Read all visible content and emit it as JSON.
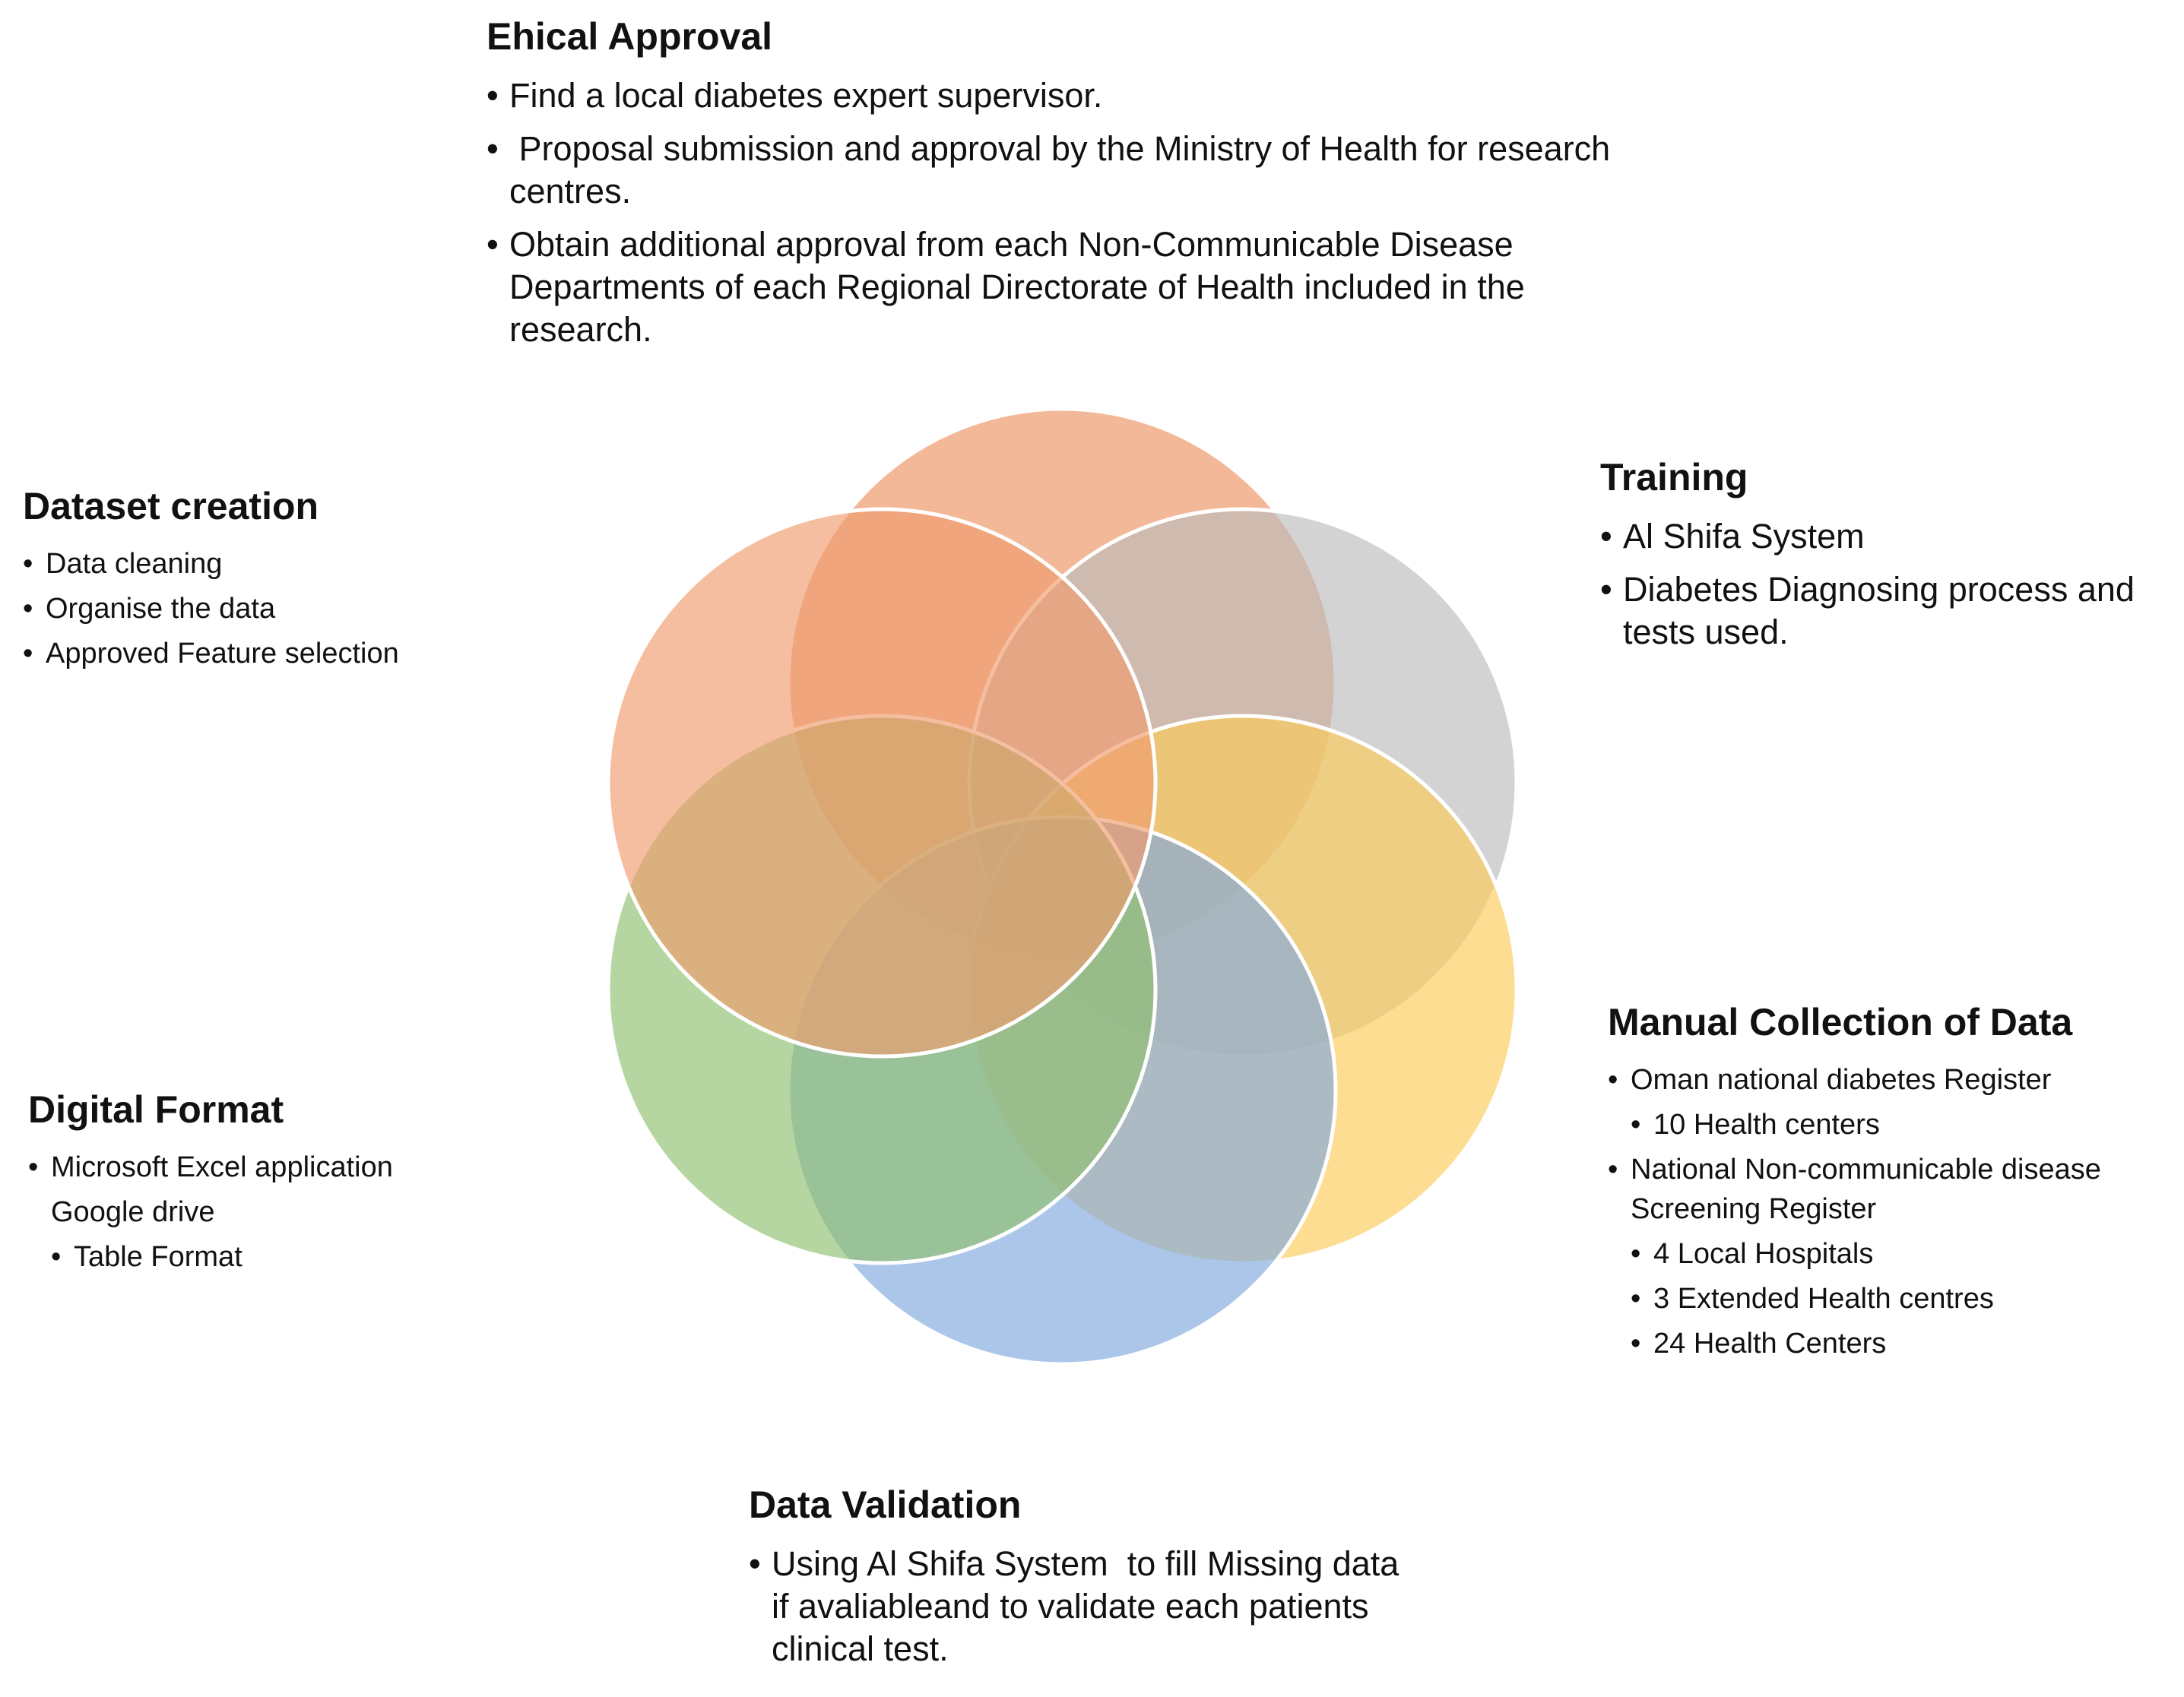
{
  "ethical_approval": {
    "title": "Ehical Approval",
    "items": [
      "Find a local diabetes expert supervisor.",
      " Proposal submission and approval by the Ministry of Health for research centres.",
      "Obtain additional approval from each Non-Communicable Disease Departments of each Regional Directorate of Health included in the research."
    ]
  },
  "dataset_creation": {
    "title": "Dataset creation",
    "items": [
      "Data cleaning",
      "Organise the data",
      "Approved Feature selection"
    ]
  },
  "training": {
    "title": "Training",
    "items": [
      "Al Shifa System",
      "Diabetes Diagnosing process and tests used."
    ]
  },
  "digital_format": {
    "title": "Digital Format",
    "items": [
      "Microsoft Excel application",
      "Google drive",
      "Table Format"
    ]
  },
  "manual_collection": {
    "title": "Manual Collection of Data",
    "items": [
      "Oman national diabetes Register",
      "10 Health centers",
      "National Non-communicable disease Screening Register",
      "4 Local Hospitals",
      "3 Extended Health centres",
      "24 Health Centers"
    ]
  },
  "data_validation": {
    "title": "Data Validation",
    "items": [
      "Using Al Shifa System  to fill Missing data if avaliableand to validate each patients clinical test."
    ]
  },
  "circles": [
    {
      "color": "#ee9a6c",
      "opacity": 0.7
    },
    {
      "color": "#bcbcbc",
      "opacity": 0.65
    },
    {
      "color": "#fccb58",
      "opacity": 0.65
    },
    {
      "color": "#7fa8dd",
      "opacity": 0.65
    },
    {
      "color": "#8fc06e",
      "opacity": 0.65
    },
    {
      "color": "#ef9b6d",
      "opacity": 0.65
    }
  ]
}
